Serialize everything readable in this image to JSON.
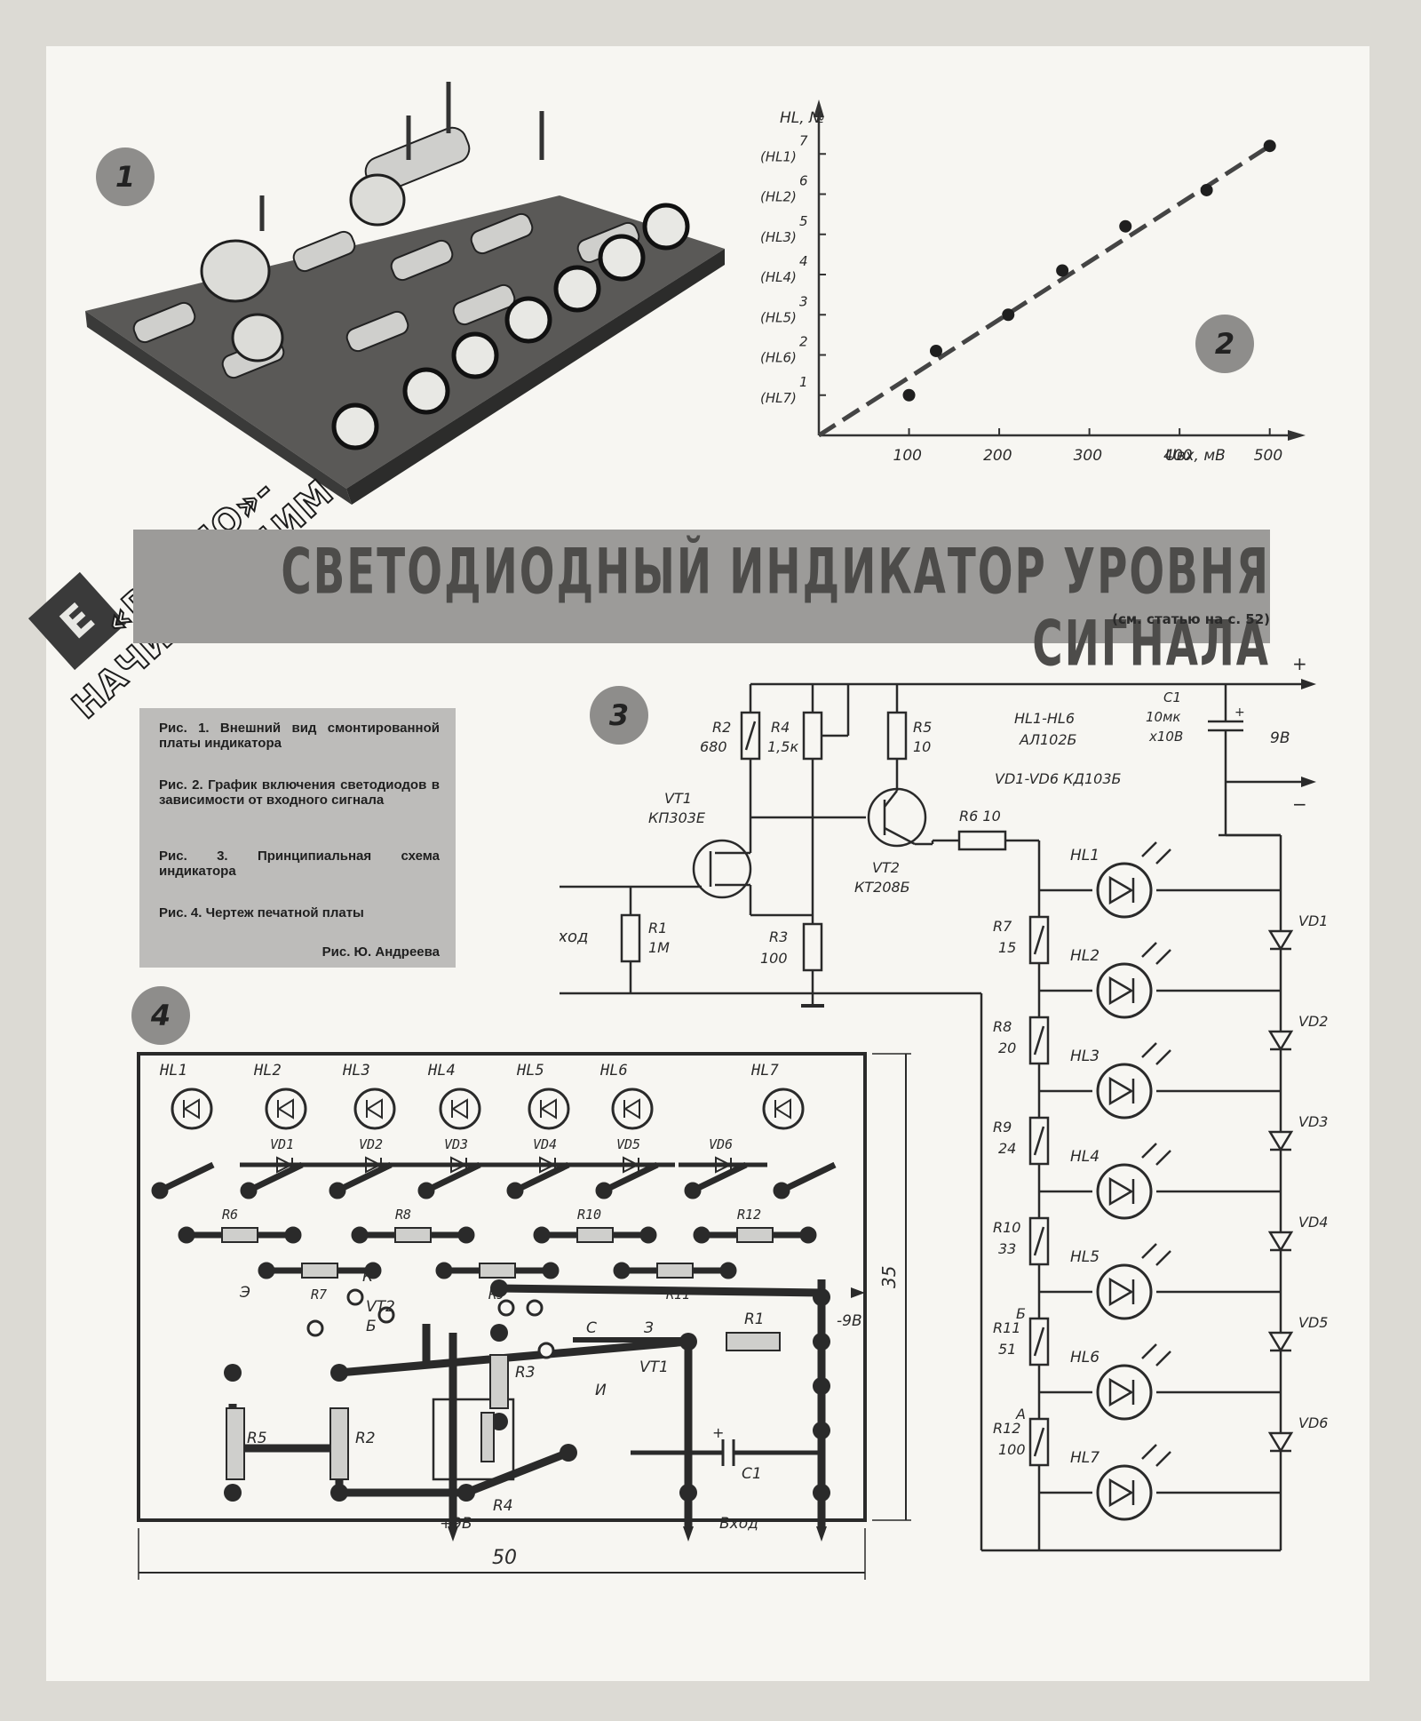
{
  "badges": {
    "fig1": "1",
    "fig2": "2",
    "fig3": "3",
    "fig4": "4"
  },
  "rubric": {
    "line1": "«РАДИО»-",
    "line2": "НАЧИНАЮЩИМ",
    "logo": "Е"
  },
  "title": "СВЕТОДИОДНЫЙ ИНДИКАТОР УРОВНЯ СИГНАЛА",
  "title_ref": "(см. статью на с. 52)",
  "captions": [
    "Рис. 1. Внешний вид смонтированной платы индикатора",
    "Рис. 2. График включения светодиодов в зависимости от входного сигнала",
    "Рис. 3. Принципиальная схема индикатора",
    "Рис. 4. Чертеж печатной платы"
  ],
  "caption_author": "Рис. Ю. Андреева",
  "chart_data": {
    "type": "scatter",
    "ylabel": "HL, №",
    "xlabel": "Uвх, мВ",
    "x_ticks": [
      "100",
      "200",
      "300",
      "400",
      "500"
    ],
    "y_ticks": [
      {
        "num": "1",
        "led": "(HL7)"
      },
      {
        "num": "2",
        "led": "(HL6)"
      },
      {
        "num": "3",
        "led": "(HL5)"
      },
      {
        "num": "4",
        "led": "(HL4)"
      },
      {
        "num": "5",
        "led": "(HL3)"
      },
      {
        "num": "6",
        "led": "(HL2)"
      },
      {
        "num": "7",
        "led": "(HL1)"
      }
    ],
    "xlim": [
      0,
      520
    ],
    "ylim": [
      0,
      8
    ],
    "points": [
      [
        100,
        1.0
      ],
      [
        130,
        2.1
      ],
      [
        210,
        3.0
      ],
      [
        270,
        4.1
      ],
      [
        340,
        5.2
      ],
      [
        430,
        6.1
      ],
      [
        500,
        7.2
      ]
    ],
    "trend": [
      [
        0,
        0
      ],
      [
        500,
        7.2
      ]
    ],
    "grid": false
  },
  "schematic": {
    "top_rail": "+",
    "bottom_rail": "−",
    "supply": "9В",
    "r2": [
      "R2",
      "680"
    ],
    "r4": [
      "R4",
      "1,5к"
    ],
    "r5": [
      "R5",
      "10"
    ],
    "r1": [
      "R1",
      "1М"
    ],
    "r3": [
      "R3",
      "100"
    ],
    "r6": "R6 10",
    "vt1": [
      "VT1",
      "КП303Е"
    ],
    "vt2": [
      "VT2",
      "КТ208Б"
    ],
    "c1": [
      "C1",
      "10мк",
      "х10В"
    ],
    "led_note": [
      "HL1-HL6",
      "АЛ102Б"
    ],
    "diode_note": "VD1-VD6 КД103Б",
    "input": "Вход",
    "ladder": [
      {
        "r": "R7",
        "v": "15"
      },
      {
        "r": "R8",
        "v": "20"
      },
      {
        "r": "R9",
        "v": "24"
      },
      {
        "r": "R10",
        "v": "33"
      },
      {
        "r": "R11",
        "v": "51"
      },
      {
        "r": "R12",
        "v": "100"
      }
    ],
    "leds": [
      "HL1",
      "HL2",
      "HL3",
      "HL4",
      "HL5",
      "HL6",
      "HL7"
    ],
    "diodes": [
      "VD1",
      "VD2",
      "VD3",
      "VD4",
      "VD5",
      "VD6"
    ],
    "node_b": "Б",
    "node_a": "А"
  },
  "pcb": {
    "leds": [
      "HL1",
      "HL2",
      "HL3",
      "HL4",
      "HL5",
      "HL6",
      "HL7"
    ],
    "diodes": [
      "VD1",
      "VD2",
      "VD3",
      "VD4",
      "VD5",
      "VD6"
    ],
    "r_top": [
      "R6",
      "R8",
      "R10",
      "R12"
    ],
    "r_bot": [
      "R7",
      "R9",
      "R11"
    ],
    "k": "К",
    "vt2": "VT2",
    "e2": "Э",
    "b2": "Б",
    "c": "С",
    "z": "З",
    "vt1": "VT1",
    "i": "И",
    "r1": "R1",
    "r2": "R2",
    "r3": "R3",
    "r4": "R4",
    "r5": "R5",
    "c1": "C1",
    "minus9": "-9В",
    "plus9": "+9В",
    "input": "Вход",
    "dim_w": "50",
    "dim_h": "35"
  }
}
